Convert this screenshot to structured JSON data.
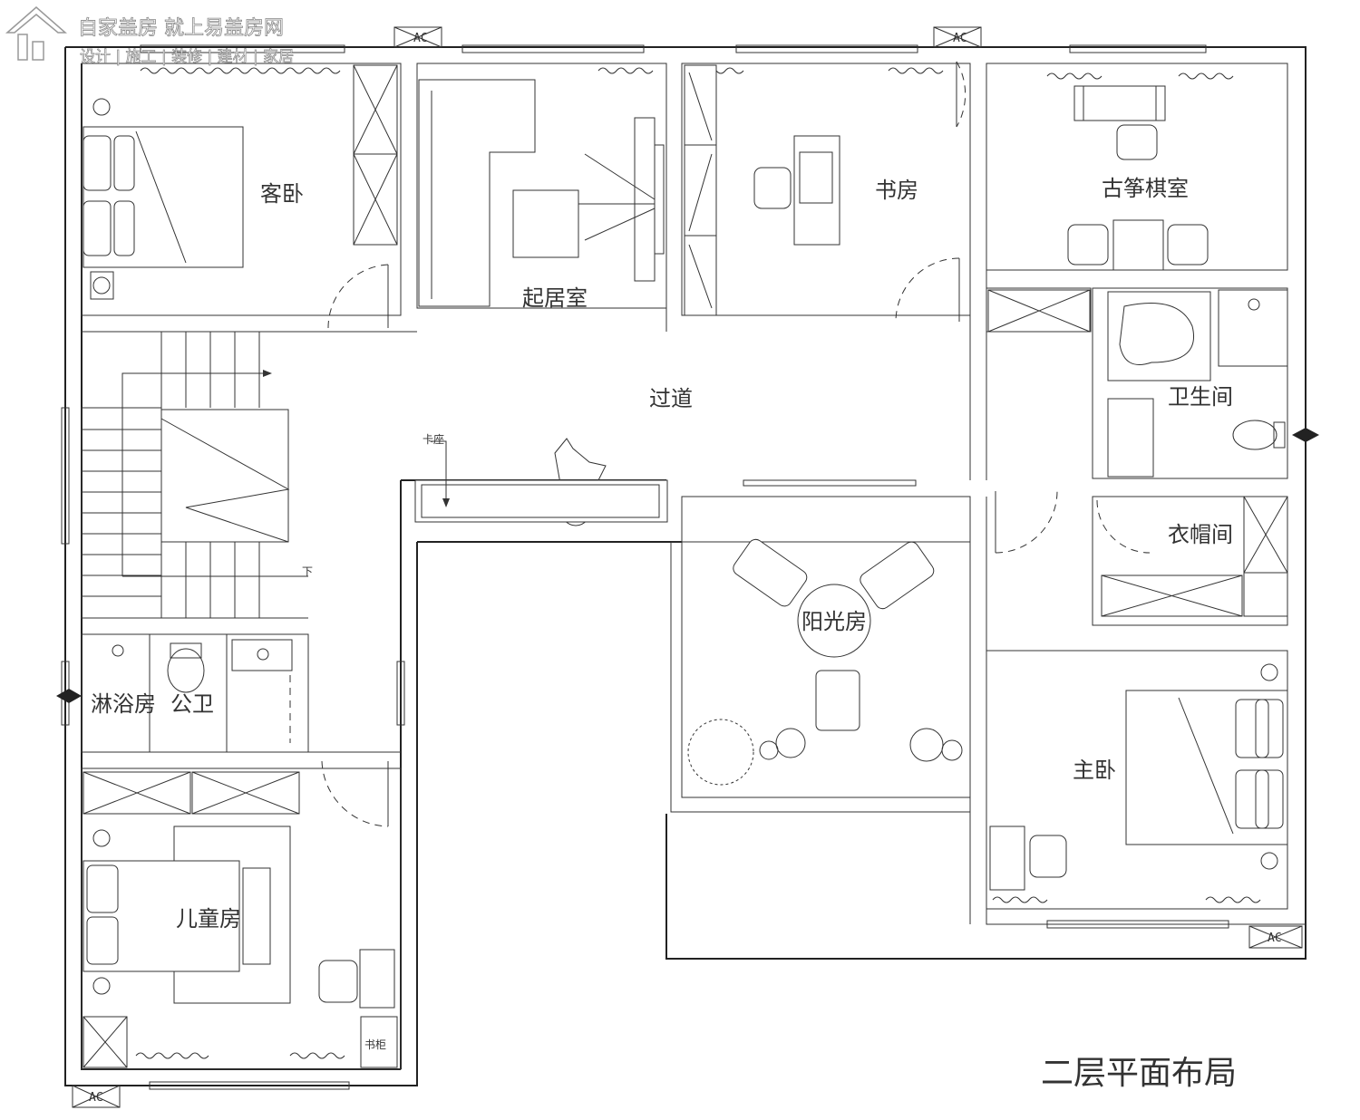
{
  "watermark": {
    "brand": "自家盖房 就上易盖房网",
    "tagline": "设计 | 施工 | 装修 | 建材 | 家居"
  },
  "rooms": {
    "guest_bedroom": "客卧",
    "living_room": "起居室",
    "study": "书房",
    "guzheng_chess_room": "古筝棋室",
    "corridor": "过道",
    "bathroom": "卫生间",
    "cloakroom": "衣帽间",
    "sunroom": "阳光房",
    "master_bedroom": "主卧",
    "shower_room": "淋浴房",
    "public_toilet": "公卫",
    "kids_room": "儿童房"
  },
  "annotations": {
    "booth_seat": "卡座",
    "stairs_down": "下",
    "bookcase": "书柜"
  },
  "ac_tags": [
    "AC",
    "AC",
    "AC",
    "AC"
  ],
  "caption": "二层平面布局"
}
